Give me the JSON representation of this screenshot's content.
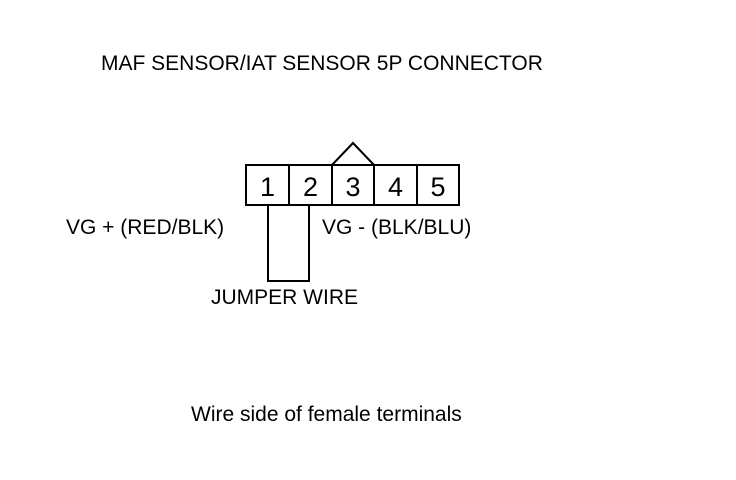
{
  "diagram": {
    "title": "MAF SENSOR/IAT SENSOR 5P CONNECTOR",
    "pins": [
      "1",
      "2",
      "3",
      "4",
      "5"
    ],
    "left_label": "VG + (RED/BLK)",
    "right_label": "VG - (BLK/BLU)",
    "jumper_label": "JUMPER WIRE",
    "caption": "Wire side of female terminals",
    "line_color": "#000000"
  }
}
